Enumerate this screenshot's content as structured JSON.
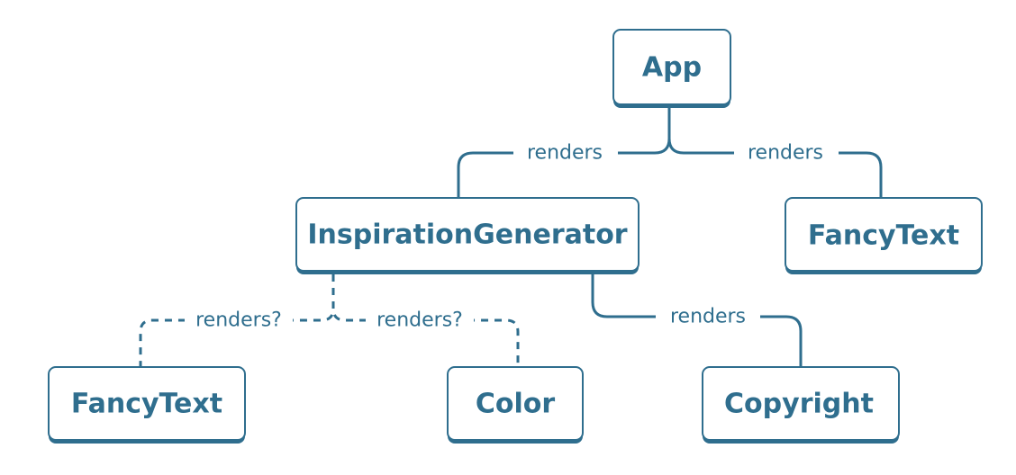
{
  "diagram": {
    "nodes": {
      "app": "App",
      "inspiration_generator": "InspirationGenerator",
      "fancy_text_right": "FancyText",
      "fancy_text_left": "FancyText",
      "color": "Color",
      "copyright": "Copyright"
    },
    "edges": {
      "app_to_inspiration": {
        "label": "renders",
        "style": "solid"
      },
      "app_to_fancy_text": {
        "label": "renders",
        "style": "solid"
      },
      "inspiration_to_fancy_text": {
        "label": "renders?",
        "style": "dashed"
      },
      "inspiration_to_color": {
        "label": "renders?",
        "style": "dashed"
      },
      "inspiration_to_copyright": {
        "label": "renders",
        "style": "solid"
      }
    },
    "colors": {
      "accent": "#2f6e8e",
      "background": "#ffffff"
    }
  }
}
